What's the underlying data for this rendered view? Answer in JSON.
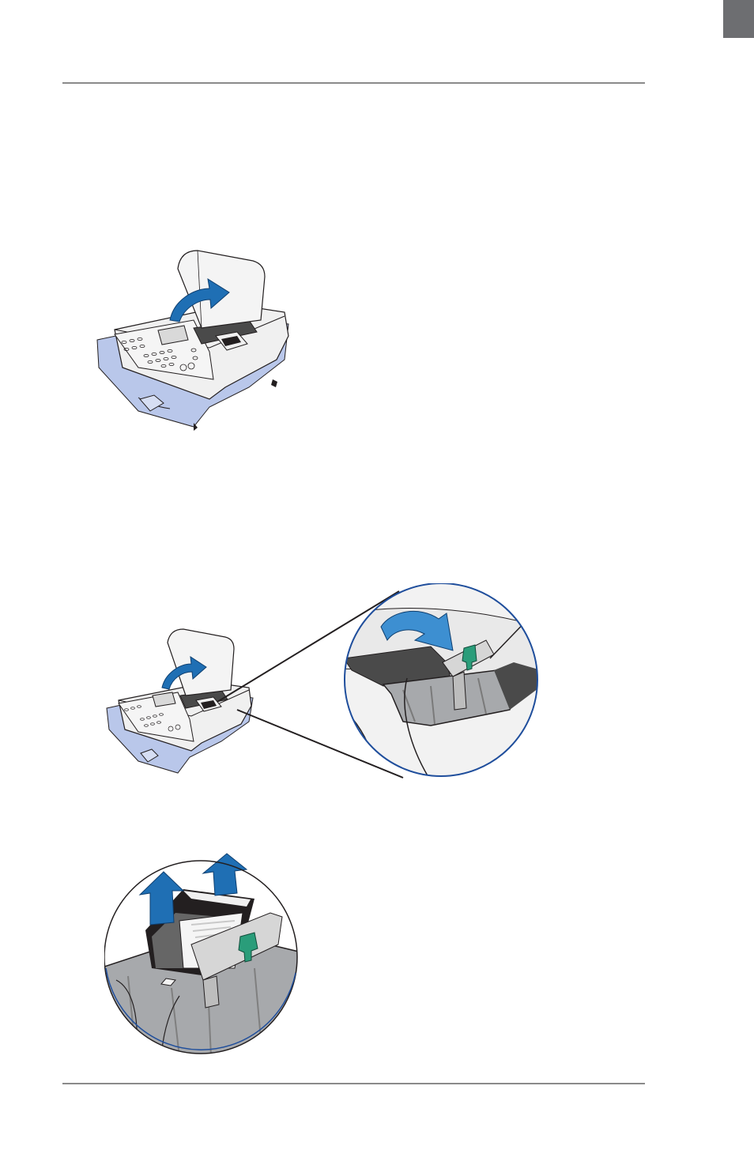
{
  "page": {
    "tab_marker_color": "#6d6e71",
    "rule_color": "#8a8a8a"
  },
  "colors": {
    "machine_body": "#f0f0f0",
    "machine_base": "#b9c7ea",
    "machine_outline": "#231f20",
    "arrow_blue": "#1f6fb4",
    "arrow_blue_light": "#3d8fd1",
    "latch_green": "#2a9d7a",
    "interior_dark": "#4a4a4a",
    "interior_gray": "#a7a9ac",
    "circle_border": "#1f4e9c"
  },
  "figures": [
    {
      "id": "figure-1",
      "icon": "postage-meter-open-cover-icon"
    },
    {
      "id": "figure-2",
      "icon": "postage-meter-cartridge-detail-icon"
    },
    {
      "id": "figure-3",
      "icon": "ink-cartridge-lift-out-icon"
    }
  ]
}
